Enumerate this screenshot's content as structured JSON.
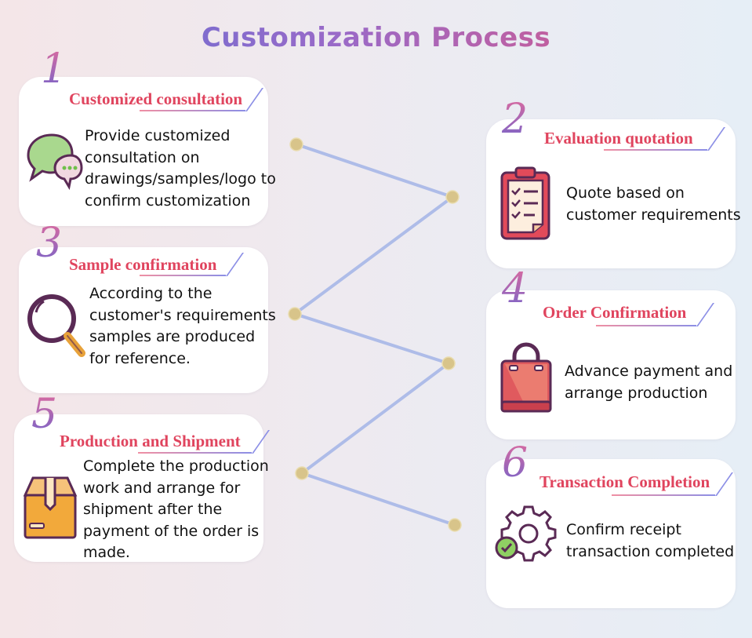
{
  "title": "Customization Process",
  "steps": [
    {
      "number": "1",
      "title": "Customized consultation",
      "description": "Provide customized\nconsultation on\ndrawings/samples/logo to\nconfirm  customization",
      "icon": "chat-bubbles-icon"
    },
    {
      "number": "2",
      "title": "Evaluation quotation",
      "description": "Quote based on\ncustomer requirements",
      "icon": "clipboard-checklist-icon"
    },
    {
      "number": "3",
      "title": "Sample confirmation",
      "description": "According to the\ncustomer's requirements\nsamples are produced\nfor reference.",
      "icon": "magnifier-icon"
    },
    {
      "number": "4",
      "title": "Order Confirmation",
      "description": "Advance payment and\narrange production",
      "icon": "shopping-bag-icon"
    },
    {
      "number": "5",
      "title": "Production and Shipment",
      "description": "Complete the production\nwork and arrange for\nshipment after the\npayment of the order is\nmade.",
      "icon": "package-box-icon"
    },
    {
      "number": "6",
      "title": "Transaction Completion",
      "description": "Confirm receipt\ntransaction completed",
      "icon": "gear-check-icon"
    }
  ],
  "colors": {
    "title_gradient": [
      "#5a6fd6",
      "#e4557a"
    ],
    "step_title": "#e0445e",
    "connector_line": "#aebce8",
    "connector_dot": "#d8c48a"
  }
}
